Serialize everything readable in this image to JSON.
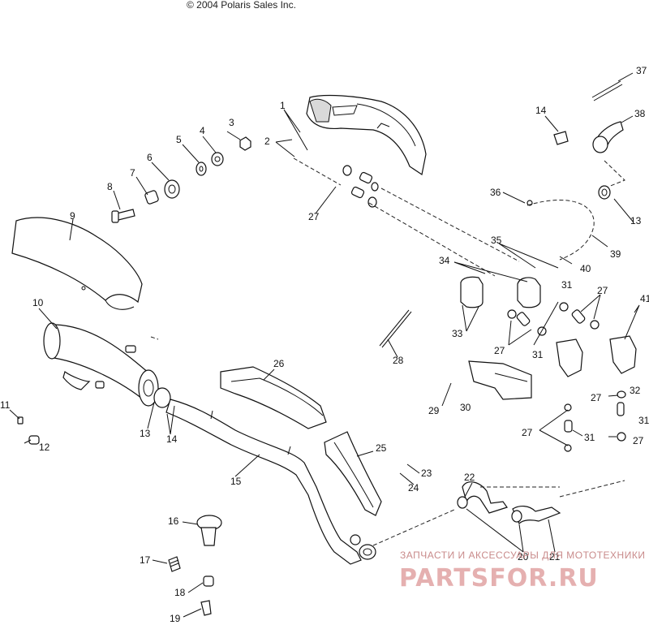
{
  "copyright": "© 2004 Polaris Sales Inc.",
  "watermark": {
    "tagline": "ЗАПЧАСТИ И АКСЕССУАРЫ ДЛЯ МОТОТЕХНИКИ",
    "brand": "PARTSFOR.RU"
  },
  "callouts": {
    "c1": "1",
    "c2": "2",
    "c3": "3",
    "c4": "4",
    "c5": "5",
    "c6": "6",
    "c7": "7",
    "c8": "8",
    "c9": "9",
    "c10": "10",
    "c11": "11",
    "c12": "12",
    "c13a": "13",
    "c13b": "13",
    "c14a": "14",
    "c14b": "14",
    "c15": "15",
    "c16": "16",
    "c17": "17",
    "c18": "18",
    "c19": "19",
    "c20": "20",
    "c21": "21",
    "c22": "22",
    "c23": "23",
    "c24": "24",
    "c25": "25",
    "c26": "26",
    "c27a": "27",
    "c27b": "27",
    "c27c": "27",
    "c27d": "27",
    "c27e": "27",
    "c27f": "27",
    "c28": "28",
    "c29": "29",
    "c30": "30",
    "c31a": "31",
    "c31b": "31",
    "c31c": "31",
    "c31d": "31",
    "c32": "32",
    "c33": "33",
    "c34": "34",
    "c35": "35",
    "c36": "36",
    "c37": "37",
    "c38": "38",
    "c39": "39",
    "c40": "40",
    "c41": "41"
  }
}
